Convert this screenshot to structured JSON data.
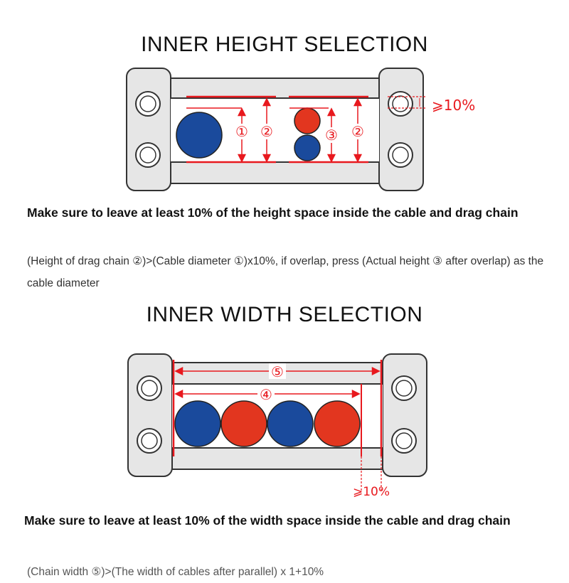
{
  "height_section": {
    "title": "INNER HEIGHT SELECTION",
    "marker_1": "①",
    "marker_2": "②",
    "marker_3": "③",
    "clearance_label": "⩾10%",
    "note_bold": "Make sure to leave at least 10% of the height space inside the cable and drag chain",
    "note_detail": "(Height of drag chain ②)>(Cable diameter ①)x10%, if overlap, press (Actual height ③ after overlap) as the cable diameter"
  },
  "width_section": {
    "title": "INNER WIDTH SELECTION",
    "marker_4": "④",
    "marker_5": "⑤",
    "clearance_label": "⩾10%",
    "note_bold": "Make sure to leave at least 10% of the width space inside the cable and drag chain",
    "note_cut": "(Chain width ⑤)>(The width of cables after parallel) x 1+10%"
  },
  "colors": {
    "cable_blue": "#1a4a9c",
    "cable_red": "#e2361f",
    "dimension_red": "#e8191e",
    "frame_gray": "#e6e6e6",
    "outline": "#333333"
  }
}
